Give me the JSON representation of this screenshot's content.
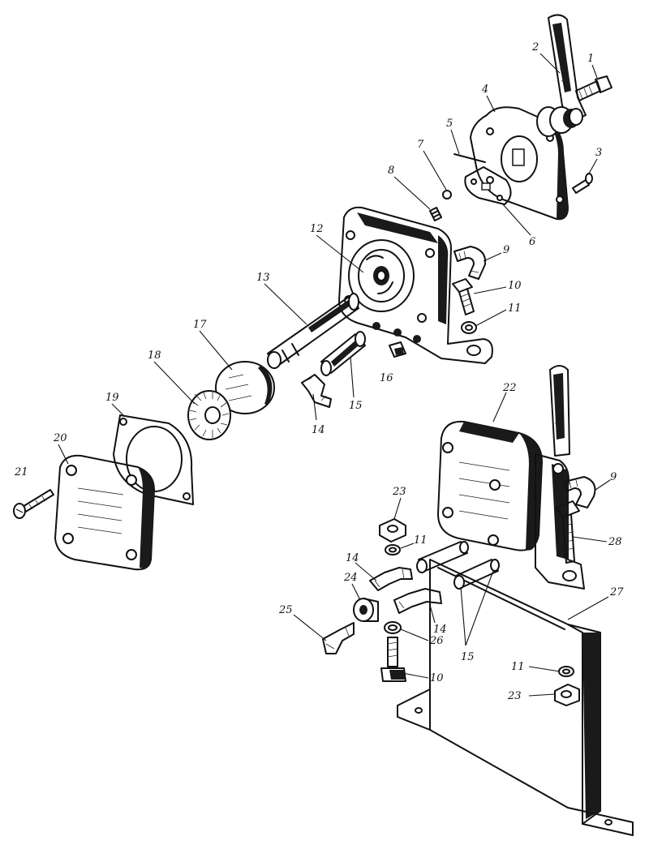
{
  "callouts": [
    {
      "id": "c1",
      "text": "1"
    },
    {
      "id": "c2",
      "text": "2"
    },
    {
      "id": "c3",
      "text": "3"
    },
    {
      "id": "c4",
      "text": "4"
    },
    {
      "id": "c5",
      "text": "5"
    },
    {
      "id": "c6",
      "text": "6"
    },
    {
      "id": "c7",
      "text": "7"
    },
    {
      "id": "c8",
      "text": "8"
    },
    {
      "id": "c9a",
      "text": "9"
    },
    {
      "id": "c10a",
      "text": "10"
    },
    {
      "id": "c11a",
      "text": "11"
    },
    {
      "id": "c12",
      "text": "12"
    },
    {
      "id": "c13",
      "text": "13"
    },
    {
      "id": "c14a",
      "text": "14"
    },
    {
      "id": "c15a",
      "text": "15"
    },
    {
      "id": "c16",
      "text": "16"
    },
    {
      "id": "c17",
      "text": "17"
    },
    {
      "id": "c18",
      "text": "18"
    },
    {
      "id": "c19",
      "text": "19"
    },
    {
      "id": "c20",
      "text": "20"
    },
    {
      "id": "c21",
      "text": "21"
    },
    {
      "id": "c22",
      "text": "22"
    },
    {
      "id": "c9b",
      "text": "9"
    },
    {
      "id": "c23a",
      "text": "23"
    },
    {
      "id": "c11b",
      "text": "11"
    },
    {
      "id": "c28",
      "text": "28"
    },
    {
      "id": "c14b",
      "text": "14"
    },
    {
      "id": "c24",
      "text": "24"
    },
    {
      "id": "c14c",
      "text": "14"
    },
    {
      "id": "c25",
      "text": "25"
    },
    {
      "id": "c26",
      "text": "26"
    },
    {
      "id": "c10b",
      "text": "10"
    },
    {
      "id": "c15b",
      "text": "15"
    },
    {
      "id": "c27",
      "text": "27"
    },
    {
      "id": "c11c",
      "text": "11"
    },
    {
      "id": "c23b",
      "text": "23"
    }
  ]
}
